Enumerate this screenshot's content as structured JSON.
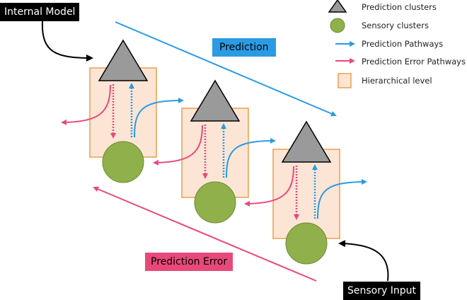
{
  "labels": {
    "internal_model": "Internal Model",
    "sensory_input": "Sensory Input",
    "prediction": "Prediction",
    "prediction_error": "Prediction Error"
  },
  "legend": [
    {
      "icon": "triangle",
      "label": "Prediction clusters"
    },
    {
      "icon": "circle",
      "label": "Sensory clusters"
    },
    {
      "icon": "blue-arrow",
      "label": "Prediction Pathways"
    },
    {
      "icon": "pink-arrow",
      "label": "Prediction Error Pathways"
    },
    {
      "icon": "square",
      "label": "Hierarchical level"
    }
  ],
  "colors": {
    "prediction": "#2b9be4",
    "prediction_error": "#e8497a",
    "level_fill": "#fde5d6",
    "level_stroke": "#e8a050",
    "sensory": "#8fb04a",
    "prediction_cluster": "#9a9a9a"
  }
}
